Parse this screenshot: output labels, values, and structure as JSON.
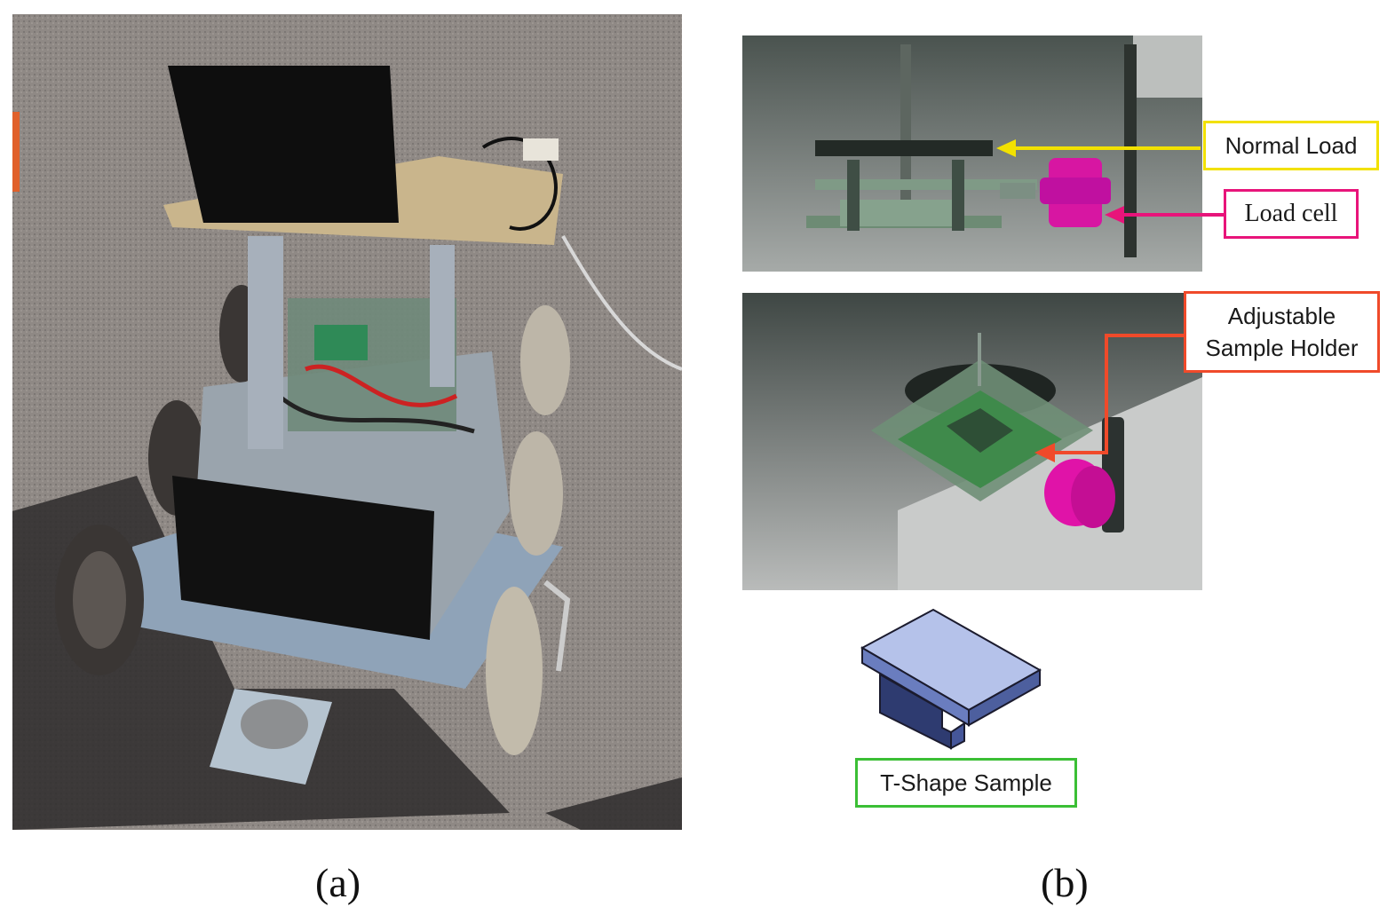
{
  "figure": {
    "panel_a": {
      "caption": "(a)"
    },
    "panel_b": {
      "caption": "(b)",
      "callouts": {
        "normal_load": {
          "label": "Normal Load",
          "color": "#f2e100"
        },
        "load_cell": {
          "label": "Load cell",
          "color": "#e8147a"
        },
        "sample_holder": {
          "label": "Adjustable\nSample Holder",
          "line1": "Adjustable",
          "line2": "Sample Holder",
          "color": "#f04a2a"
        },
        "t_shape": {
          "label": "T-Shape Sample",
          "color": "#3bbf35"
        }
      }
    }
  }
}
